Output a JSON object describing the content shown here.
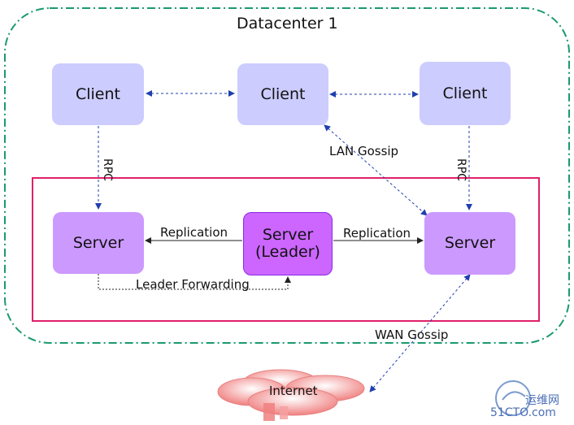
{
  "title": "Datacenter 1",
  "clients": [
    {
      "label": "Client"
    },
    {
      "label": "Client"
    },
    {
      "label": "Client"
    }
  ],
  "servers": {
    "left": "Server",
    "leader_line1": "Server",
    "leader_line2": "(Leader)",
    "right": "Server"
  },
  "edges": {
    "rpc_left": "RPC",
    "rpc_right": "RPC",
    "replication_left": "Replication",
    "replication_right": "Replication",
    "leader_forwarding": "Leader Forwarding",
    "lan_gossip": "LAN Gossip",
    "wan_gossip": "WAN Gossip"
  },
  "internet": "Internet",
  "watermark": {
    "logo": "运维网",
    "text": "51CTO.com"
  },
  "colors": {
    "datacenter_border": "#1a9a6c",
    "server_group_border": "#e0206a",
    "client_fill": "#ccccff",
    "server_fill": "#cc99ff",
    "leader_fill": "#cc66ff",
    "gossip_line": "#1f3fae"
  }
}
